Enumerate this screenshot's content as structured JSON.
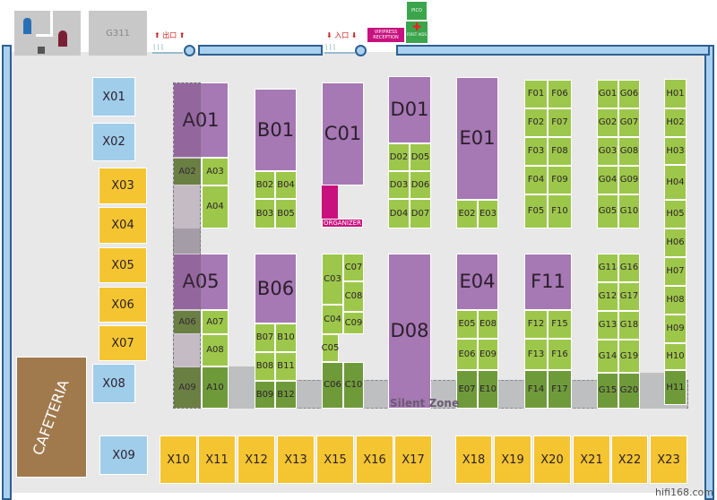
{
  "header": {
    "room_label": "G311",
    "exit_label": "出口",
    "entrance_label": "入口",
    "vip_label": "VIP/PRESS RECEPTION",
    "pico_label": "PICO",
    "first_aid_label": "FIRST AIDS",
    "organizer_label": "ORGANIZER"
  },
  "areas": {
    "cafeteria": "CAFETERIA",
    "silent_zone": "Silent Zone"
  },
  "booths": [
    "X01",
    "X02",
    "X03",
    "X04",
    "X05",
    "X06",
    "X07",
    "X08",
    "X09",
    "X10",
    "X11",
    "X12",
    "X13",
    "X15",
    "X16",
    "X17",
    "X18",
    "X19",
    "X20",
    "X21",
    "X22",
    "X23",
    "A01",
    "A02",
    "A03",
    "A04",
    "A05",
    "A06",
    "A07",
    "A08",
    "A09",
    "A10",
    "B01",
    "B02",
    "B04",
    "B03",
    "B05",
    "B06",
    "B07",
    "B10",
    "B08",
    "B11",
    "B09",
    "B12",
    "C01",
    "C03",
    "C07",
    "C08",
    "C04",
    "C09",
    "C05",
    "C06",
    "C10",
    "D01",
    "D02",
    "D05",
    "D03",
    "D06",
    "D04",
    "D07",
    "D08",
    "E01",
    "E02",
    "E03",
    "E04",
    "E05",
    "E08",
    "E06",
    "E09",
    "E07",
    "E10",
    "F01",
    "F06",
    "F02",
    "F07",
    "F03",
    "F08",
    "F04",
    "F09",
    "F05",
    "F10",
    "F11",
    "F12",
    "F15",
    "F13",
    "F16",
    "F14",
    "F17",
    "G01",
    "G06",
    "G02",
    "G07",
    "G03",
    "G08",
    "G04",
    "G09",
    "G05",
    "G10",
    "G11",
    "G16",
    "G12",
    "G17",
    "G13",
    "G18",
    "G14",
    "G19",
    "G15",
    "G20",
    "H01",
    "H02",
    "H03",
    "H04",
    "H05",
    "H06",
    "H07",
    "H08",
    "H09",
    "H10",
    "H11"
  ],
  "watermark": "hifi168.com",
  "colors": {
    "purple": "#a678b4",
    "green": "#9dc74a",
    "dark_green": "#6f9a3a",
    "yellow": "#f4c531",
    "blue": "#9fcdea",
    "magenta": "#c8117f",
    "aid_green": "#3aa54a",
    "cafeteria": "#a07a4d"
  }
}
